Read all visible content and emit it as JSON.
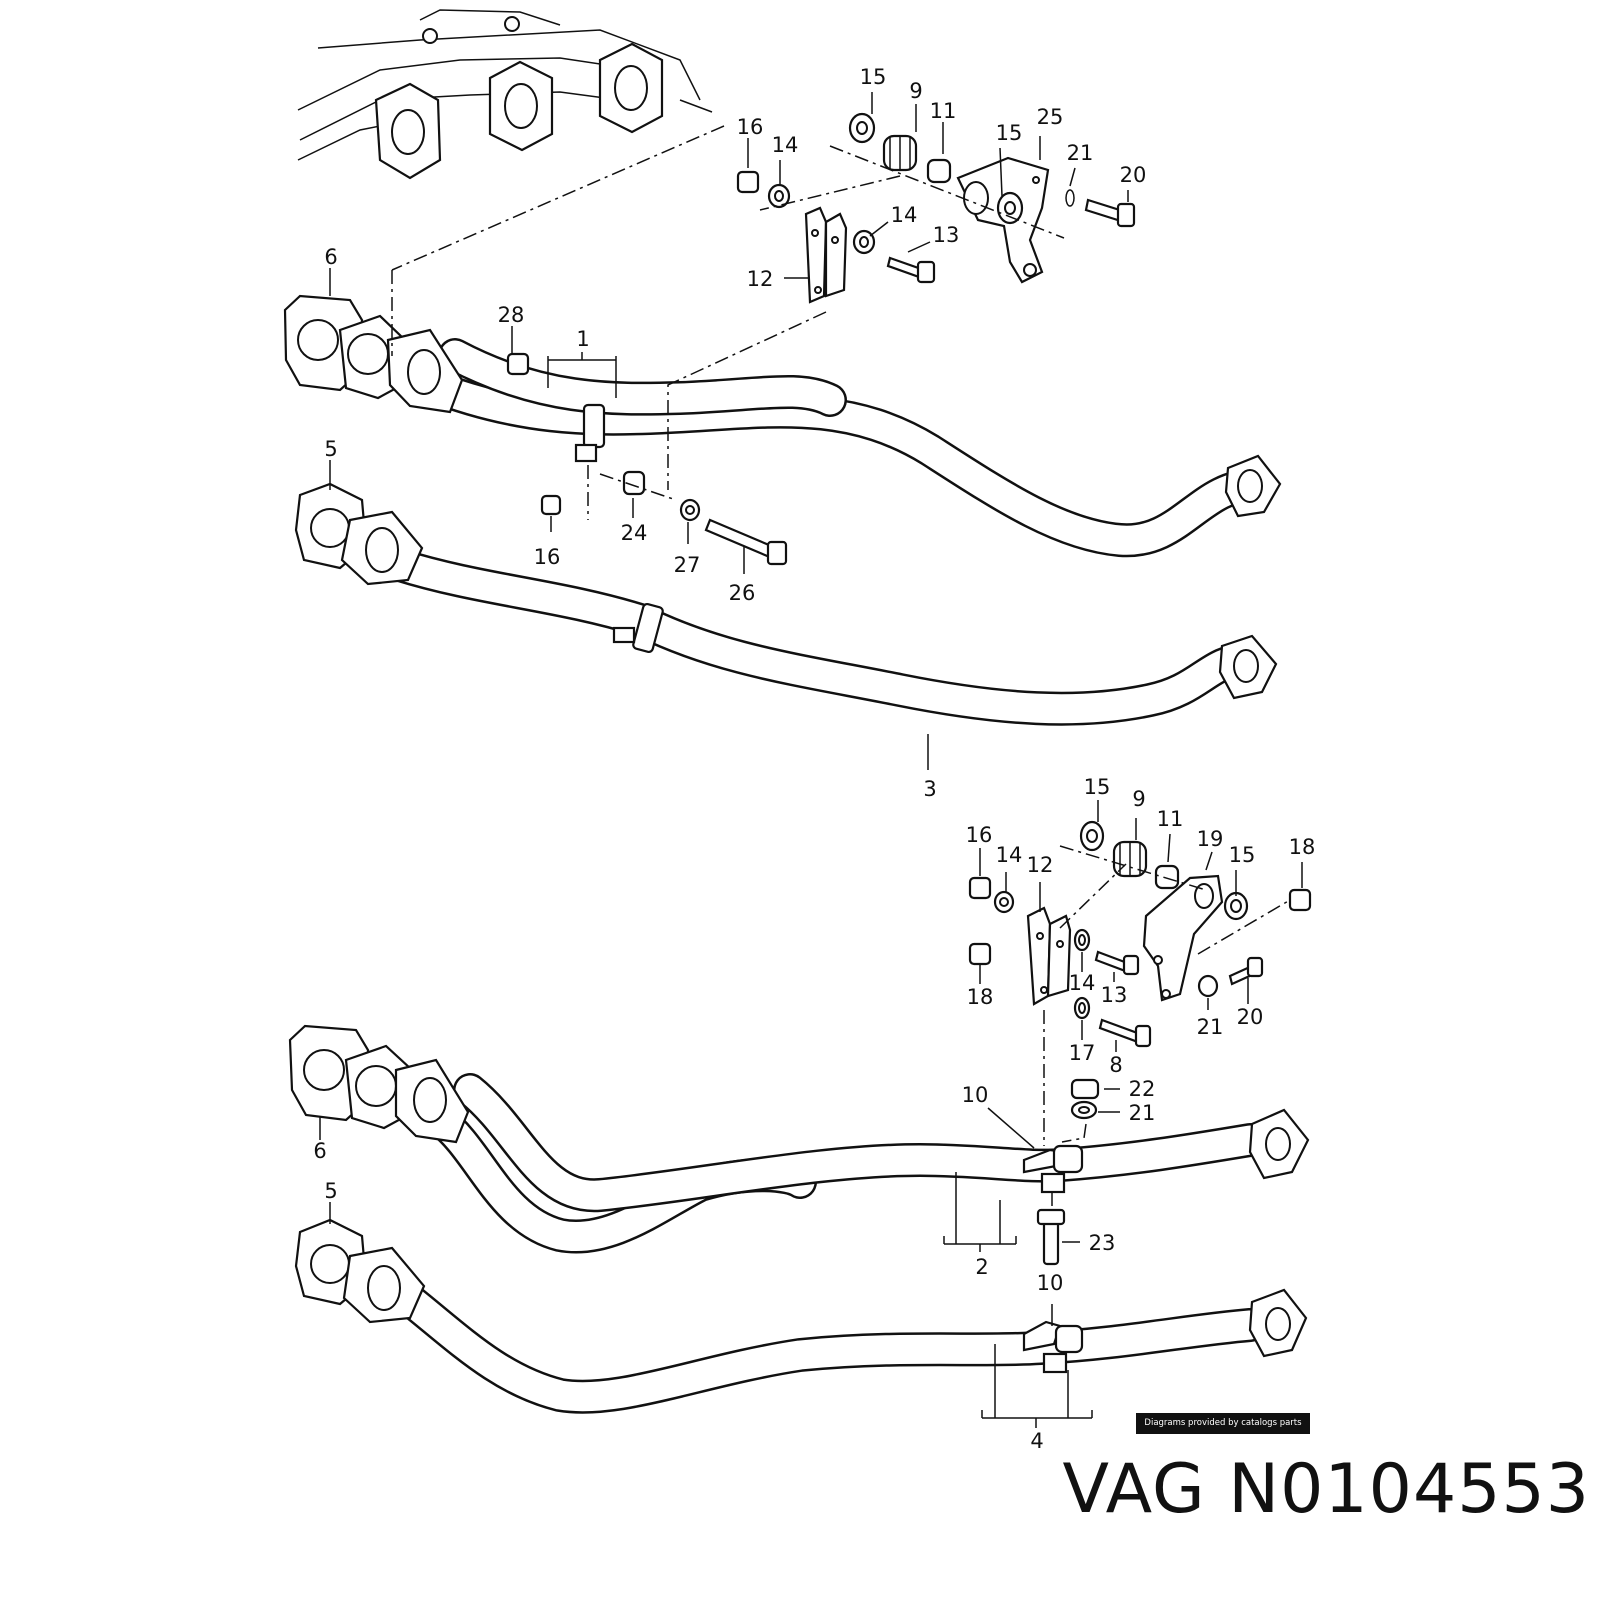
{
  "callouts": {
    "top": [
      "15",
      "9",
      "11",
      "15",
      "25",
      "16",
      "14",
      "21",
      "20",
      "14",
      "13",
      "12",
      "6",
      "28",
      "1",
      "5",
      "24",
      "16",
      "27",
      "26",
      "3"
    ],
    "bottom": [
      "15",
      "9",
      "11",
      "16",
      "14",
      "12",
      "19",
      "15",
      "18",
      "18",
      "14",
      "13",
      "21",
      "20",
      "17",
      "8",
      "22",
      "21",
      "10",
      "6",
      "5",
      "23",
      "2",
      "10",
      "4"
    ]
  },
  "credit": "Diagrams provided by catalogs parts",
  "part_label": "VAG N0104553"
}
